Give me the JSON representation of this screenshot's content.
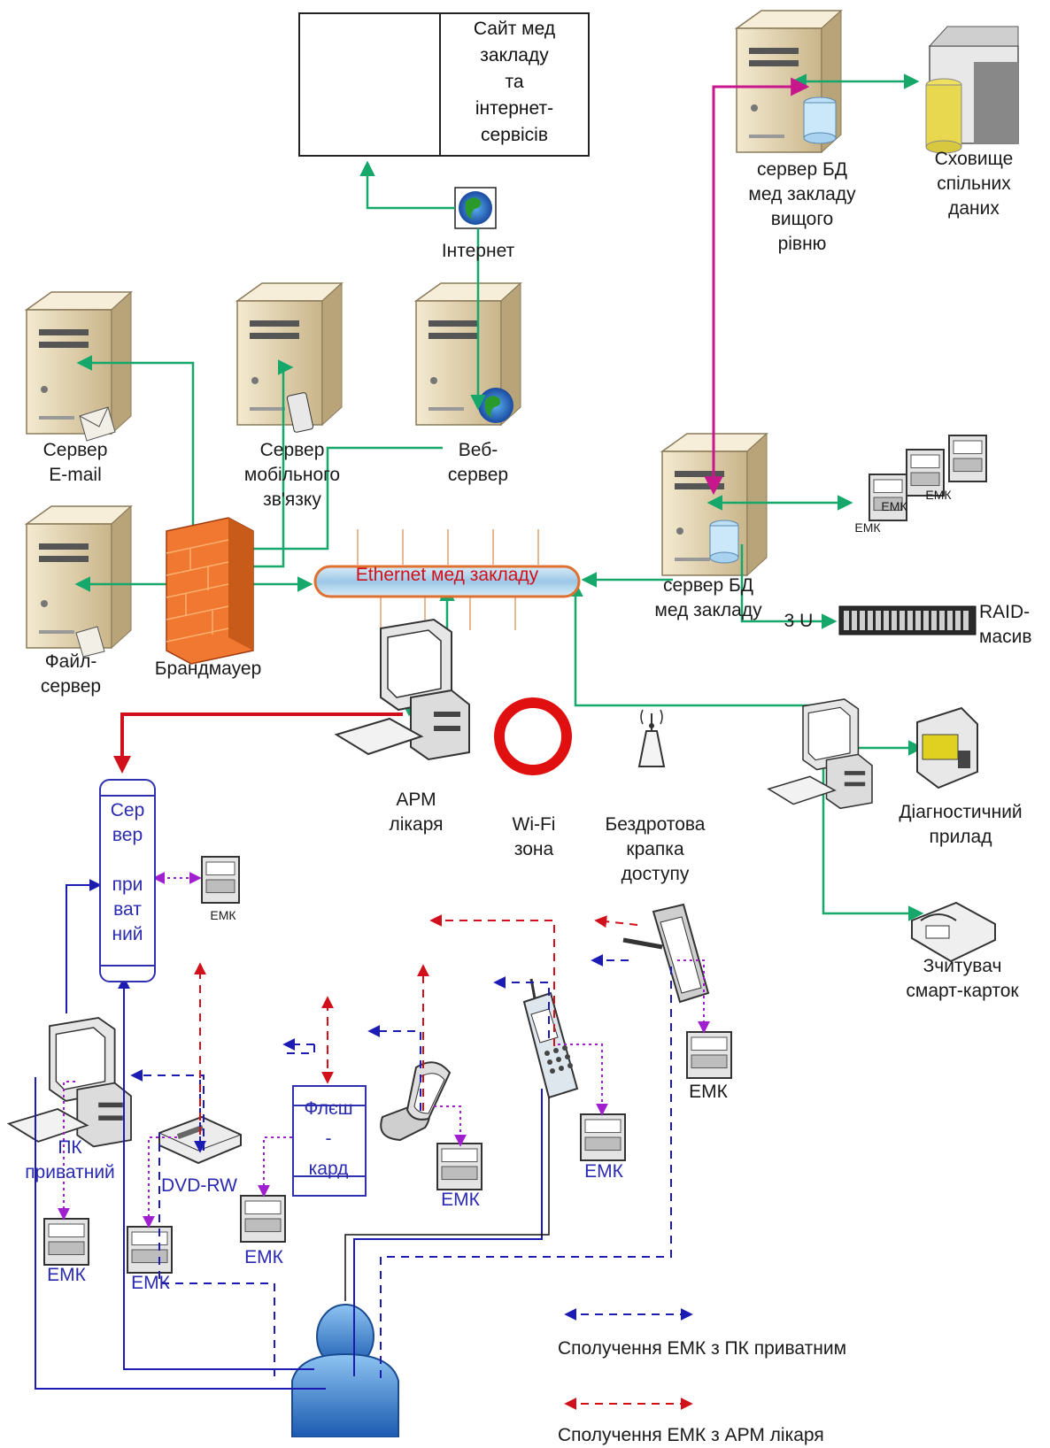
{
  "site": {
    "text": "Сайт мед\nзакладу\nта\nінтернет-\nсервісів"
  },
  "nodes": {
    "internet": "Інтернет",
    "server_email": "Сервер\nE-mail",
    "server_mobile": "Сервер\nмобільного\nзв'язку",
    "web_server": "Веб-\nсервер",
    "file_server": "Файл-\nсервер",
    "firewall": "Брандмауер",
    "ethernet": "Ethernet мед закладу",
    "db_server_upper": "сервер БД\nмед закладу\nвищого\nрівню",
    "shared_storage": "Сховище\nспільних\nданих",
    "db_server": "сервер БД\nмед закладу",
    "raid_units": "3 U",
    "raid": "RAID-\nмасив",
    "arm": "АРМ\nлікаря",
    "wifi": "Wi-Fi\nзона",
    "access_point": "Бездротова\nкрапка\nдоступу",
    "diagnostic": "Діагностичний\nприлад",
    "smartcard": "Зчитувач\nсмарт-карток",
    "server_private": "Сер\nвер\n\nпри\nват\nний",
    "pc_private": "ПК\nприватний",
    "dvd": "DVD-RW",
    "flash": "Флєш\n-\nкард"
  },
  "emk_small": [
    "ЕМК",
    "ЕМК",
    "ЕМК",
    "ЕМК"
  ],
  "emk_large": [
    "ЕМК",
    "ЕМК",
    "ЕМК",
    "ЕМК",
    "ЕМК",
    "ЕМК"
  ],
  "legend": {
    "blue": "Сполучення ЕМК з ПК приватним",
    "red": "Сполучення ЕМК з АРМ лікаря"
  },
  "colors": {
    "network_line": "#16a86a",
    "magenta_line": "#c8168c",
    "blue_dashed": "#1c1cb4",
    "red_dashed": "#d0101a",
    "purple_dotted": "#a020d0",
    "server_case": "#e8d8b0"
  }
}
